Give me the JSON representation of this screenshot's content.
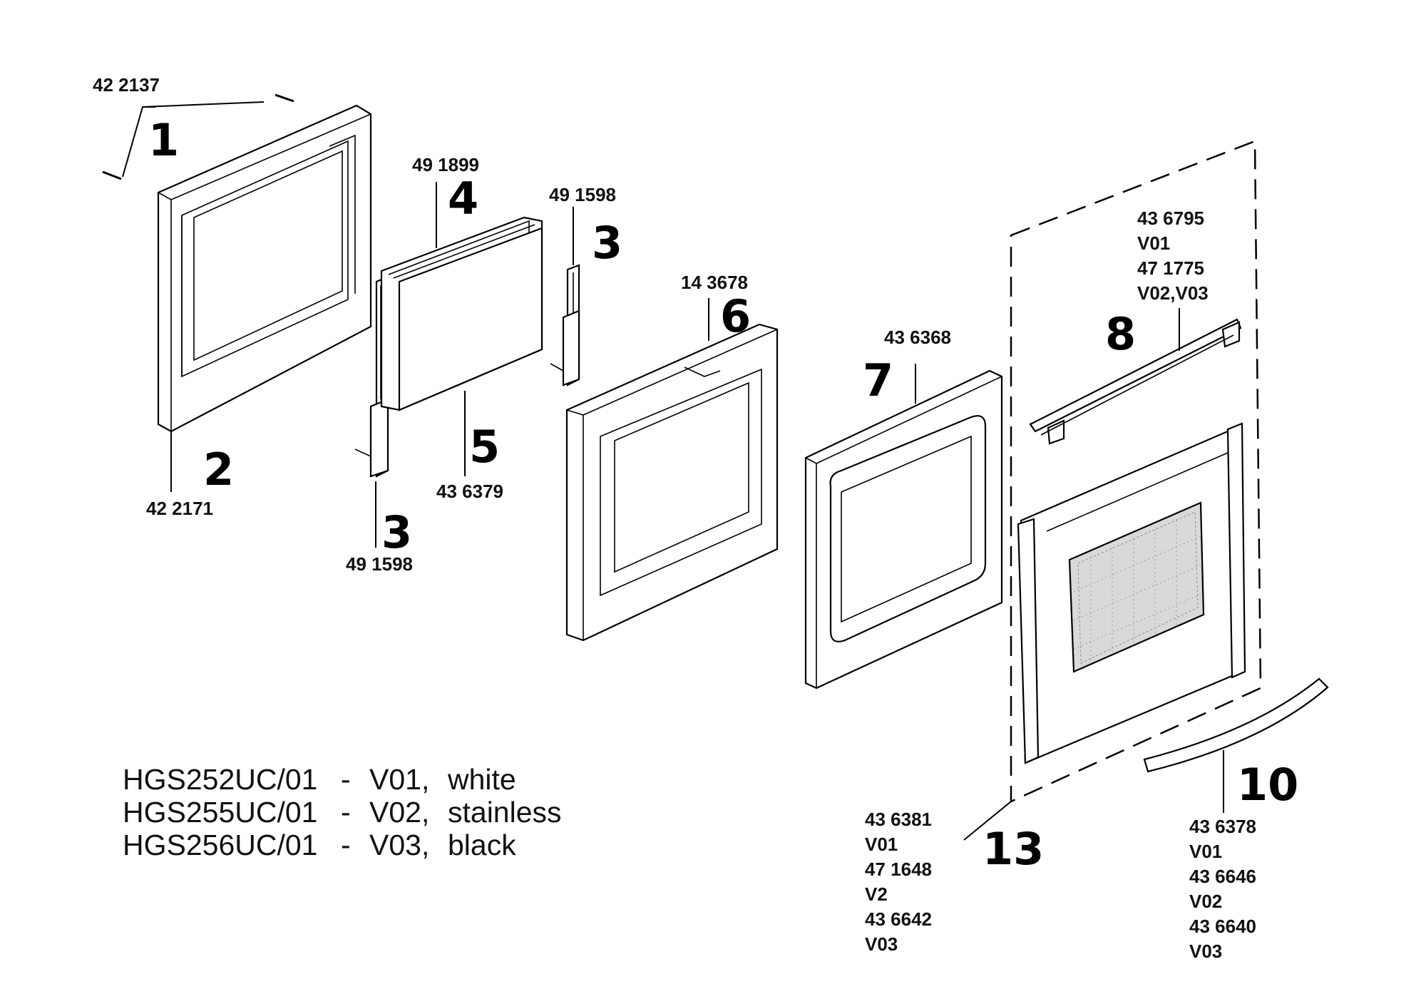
{
  "callouts": {
    "c1": {
      "number": "1",
      "part": "42 2137"
    },
    "c2": {
      "number": "2",
      "part": "42 2171"
    },
    "c3a": {
      "number": "3",
      "part": "49 1598"
    },
    "c3b": {
      "number": "3",
      "part": "49 1598"
    },
    "c4": {
      "number": "4",
      "part": "49 1899"
    },
    "c5": {
      "number": "5",
      "part": "43 6379"
    },
    "c6": {
      "number": "6",
      "part": "14 3678"
    },
    "c7": {
      "number": "7",
      "part": "43 6368"
    },
    "c8": {
      "number": "8",
      "lines": [
        "43 6795",
        "V01",
        "47 1775",
        "V02,V03"
      ]
    },
    "c10": {
      "number": "10",
      "lines": [
        "43 6378",
        "V01",
        "43 6646",
        "V02",
        "43 6640",
        "V03"
      ]
    },
    "c13": {
      "number": "13",
      "lines": [
        "43 6381",
        "V01",
        "47 1648",
        "V2",
        "43 6642",
        "V03"
      ]
    }
  },
  "models": [
    {
      "model": "HGS252UC/01",
      "dash": "-",
      "variant": "V01,",
      "color": "white"
    },
    {
      "model": "HGS255UC/01",
      "dash": "-",
      "variant": "V02,",
      "color": "stainless"
    },
    {
      "model": "HGS256UC/01",
      "dash": "-",
      "variant": "V03,",
      "color": "black"
    }
  ]
}
